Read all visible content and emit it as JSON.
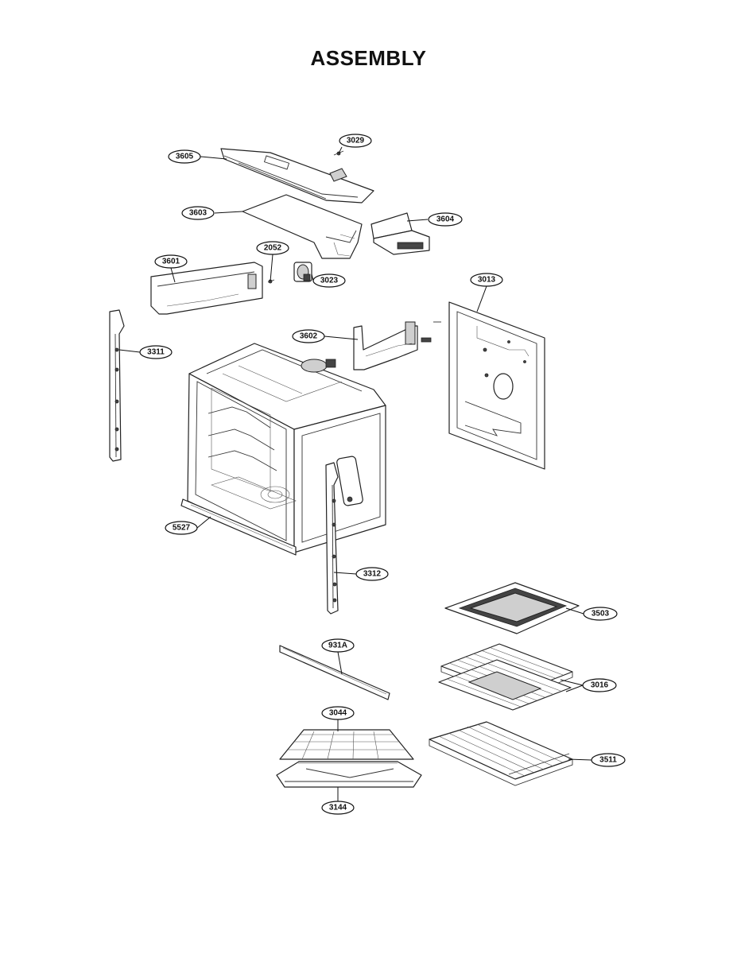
{
  "title": "ASSEMBLY",
  "callouts": {
    "c3029": "3029",
    "c3605": "3605",
    "c3603": "3603",
    "c3604": "3604",
    "c2052": "2052",
    "c3601": "3601",
    "c3023": "3023",
    "c3013": "3013",
    "c3602": "3602",
    "c3311": "3311",
    "c5527": "5527",
    "c3312": "3312",
    "c3503": "3503",
    "c931A": "931A",
    "c3016": "3016",
    "c3044": "3044",
    "c3511": "3511",
    "c3144": "3144"
  }
}
